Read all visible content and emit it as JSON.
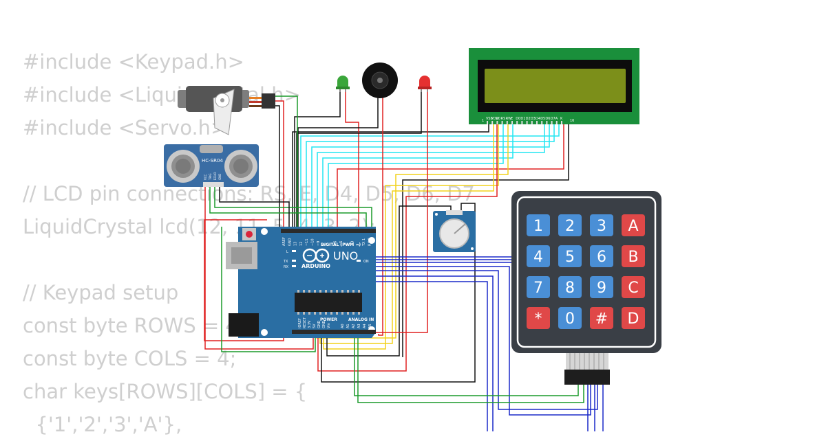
{
  "code_lines": [
    "#include <Keypad.h>",
    "#include <LiquidCrystal.h>",
    "#include <Servo.h>",
    "",
    "// LCD pin connections: RS, E, D4, D5, D6, D7",
    "LiquidCrystal lcd(12, 11, 5, 4, 3, 2);",
    "",
    "// Keypad setup",
    "const byte ROWS = 4;",
    "const byte COLS = 4;",
    "char keys[ROWS][COLS] = {",
    "  {'1','2','3','A'},"
  ],
  "ultrasonic": {
    "label": "HC-SR04",
    "pins": [
      "VCC",
      "TRIG",
      "ECHO",
      "GND"
    ]
  },
  "lcd": {
    "pins": [
      "VSS",
      "VDD",
      "V0",
      "RS",
      "RW",
      "E",
      "D0",
      "D1",
      "D2",
      "D3",
      "D4",
      "D5",
      "D6",
      "D7",
      "A",
      "K"
    ],
    "pin_first": "1",
    "pin_last": "16"
  },
  "arduino": {
    "brand": "ARDUINO",
    "model": "UNO",
    "on_label": "ON",
    "l_label": "L",
    "tx_label": "TX",
    "rx_label": "RX",
    "digital_label": "DIGITAL (PWM ~)",
    "power_label": "POWER",
    "analog_label": "ANALOG IN",
    "digital_pins": [
      "AREF",
      "GND",
      "13",
      "12",
      "~11",
      "~10",
      "~9",
      "8",
      "7",
      "~6",
      "~5",
      "4",
      "~3",
      "2",
      "TX 1",
      "RX 0"
    ],
    "power_pins": [
      "IOREF",
      "RESET",
      "3.3V",
      "5V",
      "GND",
      "GND",
      "Vin"
    ],
    "analog_pins": [
      "A0",
      "A1",
      "A2",
      "A3",
      "A4",
      "A5"
    ]
  },
  "keypad": {
    "keys": [
      [
        "1",
        "2",
        "3",
        "A"
      ],
      [
        "4",
        "5",
        "6",
        "B"
      ],
      [
        "7",
        "8",
        "9",
        "C"
      ],
      [
        "*",
        "0",
        "#",
        "D"
      ]
    ]
  },
  "colors": {
    "code_text": "#cfcfcf",
    "lcd_board": "#1a8f3b",
    "lcd_screen": "#7c8f1a",
    "arduino_board": "#2a6ea3",
    "ultrasonic_board": "#3a6da4",
    "keypad_body": "#3a3f46",
    "key_blue": "#4a8fd6",
    "key_red": "#e04848",
    "wire_black": "#111111",
    "wire_red": "#e02020",
    "wire_green": "#1a9a2a",
    "wire_cyan": "#22e6f2",
    "wire_yellow": "#f2d21c",
    "wire_blue": "#1a28c8"
  }
}
